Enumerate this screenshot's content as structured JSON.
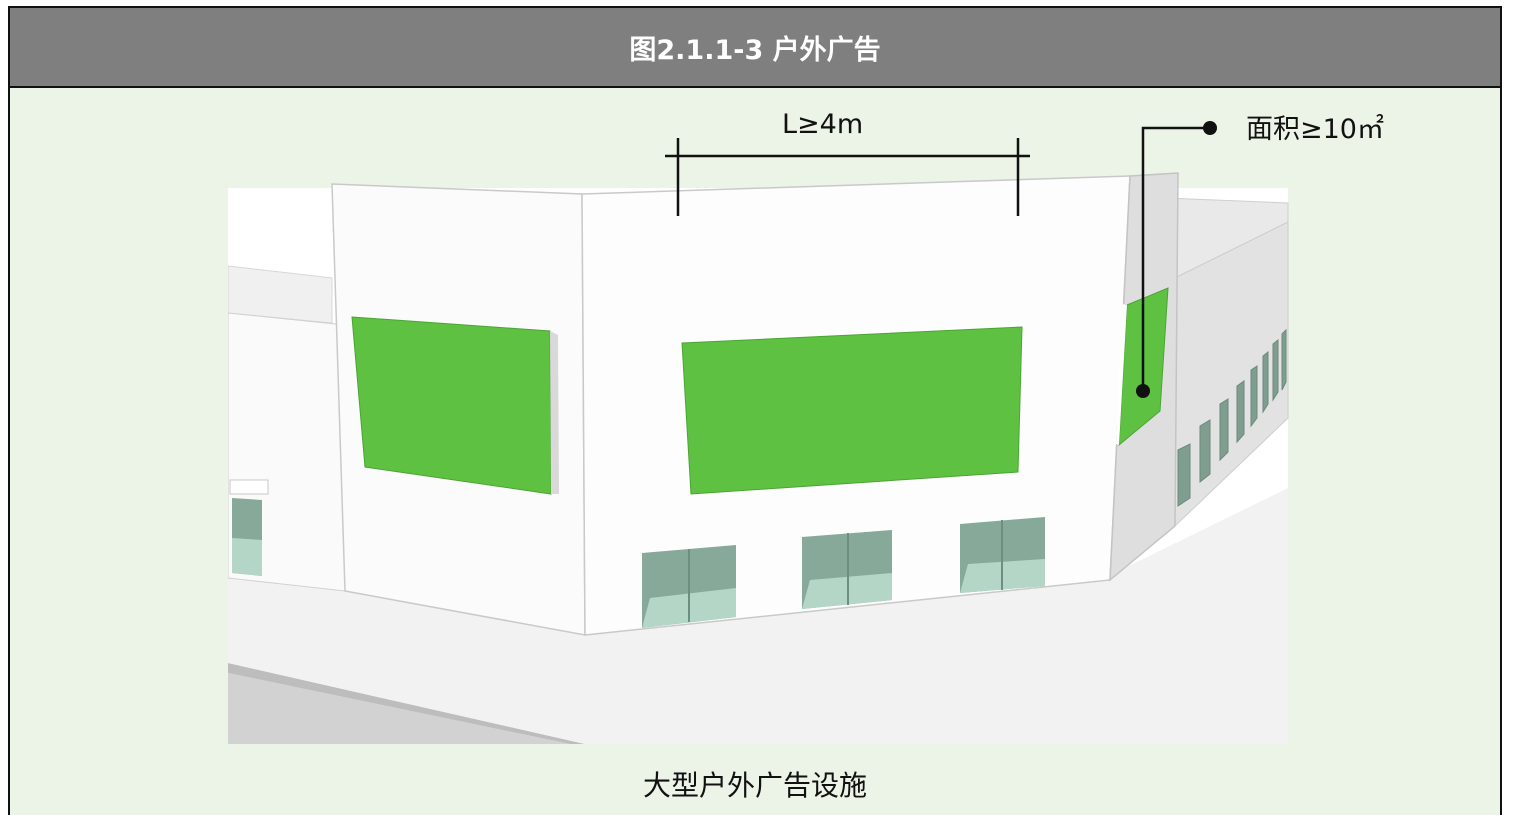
{
  "figure": {
    "title": "图2.1.1-3 户外广告",
    "caption": "大型户外广告设施"
  },
  "annotations": {
    "length_label": "L≥4m",
    "area_label": "面积≥10㎡"
  },
  "colors": {
    "header_bg": "#7f7f7f",
    "panel_bg": "#ecf4e8",
    "billboard_green": "#5fc142",
    "glass": "#a9cfbf",
    "glass_dark": "#86a99a"
  }
}
